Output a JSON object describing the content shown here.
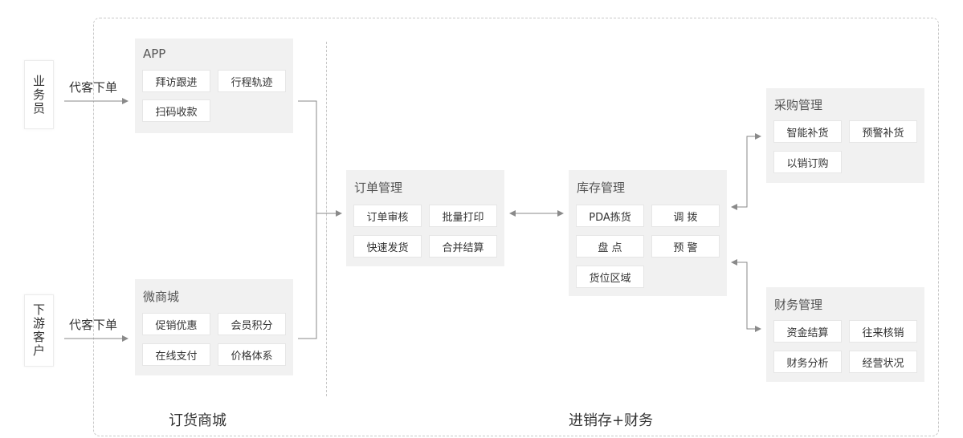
{
  "actors": {
    "salesperson": "业务员",
    "downstream_customer": "下游客户"
  },
  "arrow_labels": {
    "top": "代客下单",
    "bottom": "代客下单"
  },
  "panels": {
    "app": {
      "title": "APP",
      "items": [
        "拜访跟进",
        "行程轨迹",
        "扫码收款"
      ]
    },
    "micro_mall": {
      "title": "微商城",
      "items": [
        "促销优惠",
        "会员积分",
        "在线支付",
        "价格体系"
      ]
    },
    "order": {
      "title": "订单管理",
      "items": [
        "订单审核",
        "批量打印",
        "快速发货",
        "合并结算"
      ]
    },
    "inventory": {
      "title": "库存管理",
      "items": [
        "PDA拣货",
        "调 拨",
        "盘 点",
        "预 警",
        "货位区域"
      ]
    },
    "purchase": {
      "title": "采购管理",
      "items": [
        "智能补货",
        "预警补货",
        "以销订购"
      ]
    },
    "finance": {
      "title": "财务管理",
      "items": [
        "资金结算",
        "往来核销",
        "财务分析",
        "经营状况"
      ]
    }
  },
  "sections": {
    "left": "订货商城",
    "right": "进销存+财务"
  }
}
